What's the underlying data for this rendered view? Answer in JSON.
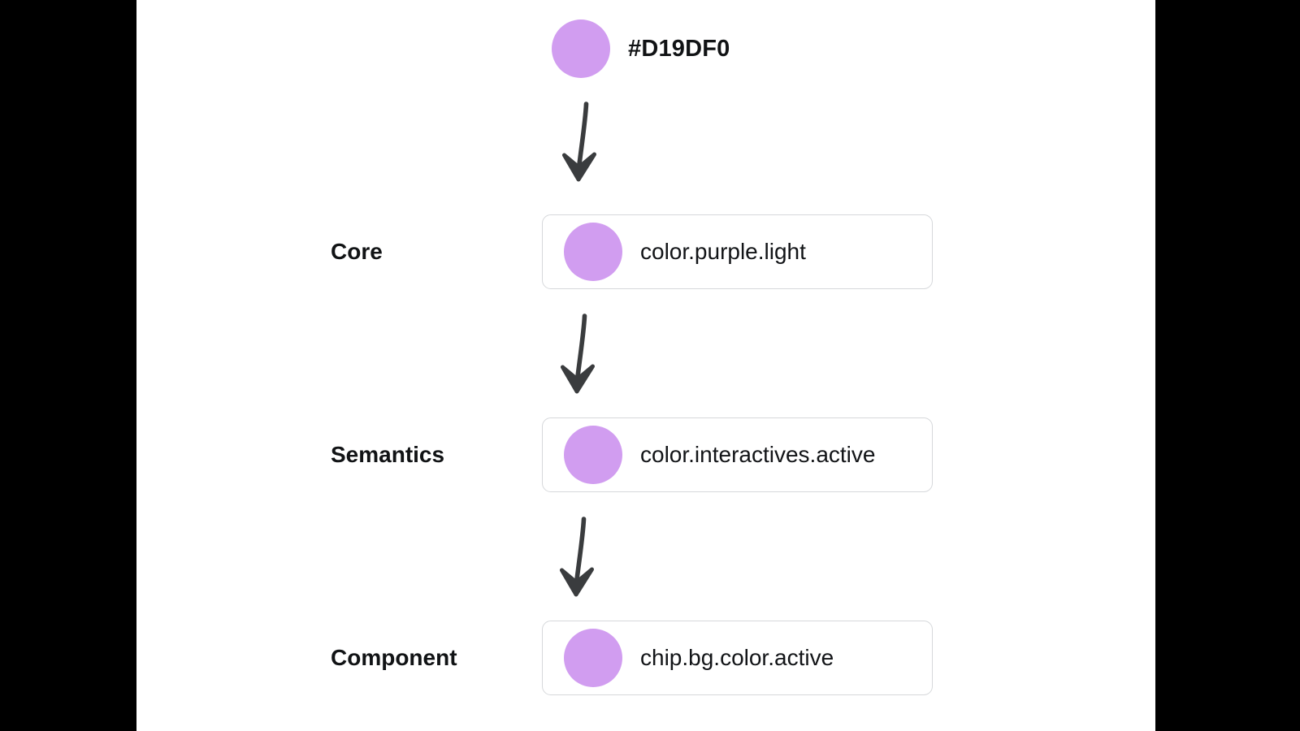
{
  "canvas": {
    "background": "#ffffff",
    "letterbox_color": "#000000"
  },
  "source": {
    "swatch_color": "#D19DF0",
    "label": "#D19DF0",
    "swatch_icon": "color-swatch-circle"
  },
  "rows": [
    {
      "tier_label": "Core",
      "token": "color.purple.light",
      "swatch_color": "#D19DF0"
    },
    {
      "tier_label": "Semantics",
      "token": "color.interactives.active",
      "swatch_color": "#D19DF0"
    },
    {
      "tier_label": "Component",
      "token": "chip.bg.color.active",
      "swatch_color": "#D19DF0"
    }
  ],
  "arrows": [
    {
      "icon": "arrow-down-icon",
      "color": "#3a3c3e"
    },
    {
      "icon": "arrow-down-icon",
      "color": "#3a3c3e"
    },
    {
      "icon": "arrow-down-icon",
      "color": "#3a3c3e"
    }
  ],
  "colors": {
    "accent_purple": "#D19DF0",
    "card_border": "#D6D8DB",
    "text_primary": "#111315",
    "arrow_stroke": "#3A3C3E"
  }
}
